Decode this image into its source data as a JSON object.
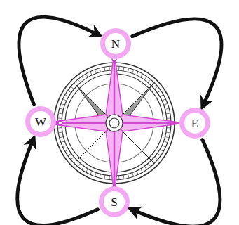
{
  "diagram": {
    "nodes": [
      {
        "text": [
          "N"
        ]
      },
      {
        "text": [
          "E"
        ]
      },
      {
        "text": [
          "S"
        ]
      },
      {
        "text": [
          "W"
        ]
      }
    ],
    "edges": [
      {
        "from": 0,
        "to": 1,
        "arrow": "to"
      },
      {
        "from": 1,
        "to": 2,
        "arrow": "to"
      },
      {
        "from": 2,
        "to": 3,
        "arrow": "to"
      },
      {
        "from": 3,
        "to": 0,
        "arrow": "to"
      }
    ]
  }
}
